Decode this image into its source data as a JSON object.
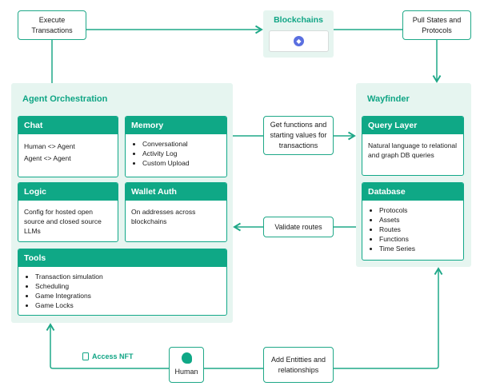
{
  "top": {
    "execute": "Execute Transactions",
    "blockchains": "Blockchains",
    "pull": "Pull States and Protocols"
  },
  "agent": {
    "title": "Agent Orchestration",
    "chat": {
      "title": "Chat",
      "lines": [
        "Human <> Agent",
        "Agent <> Agent"
      ]
    },
    "memory": {
      "title": "Memory",
      "items": [
        "Conversational",
        "Activity Log",
        "Custom Upload"
      ]
    },
    "logic": {
      "title": "Logic",
      "text": "Config for hosted open source and closed source LLMs"
    },
    "wallet": {
      "title": "Wallet Auth",
      "text": "On addresses across blockchains"
    },
    "tools": {
      "title": "Tools",
      "items": [
        "Transaction simulation",
        "Scheduling",
        "Game Integrations",
        "Game Locks"
      ]
    }
  },
  "wayfinder": {
    "title": "Wayfinder",
    "query": {
      "title": "Query Layer",
      "text": "Natural language to relational and graph DB queries"
    },
    "database": {
      "title": "Database",
      "items": [
        "Protocols",
        "Assets",
        "Routes",
        "Functions",
        "Time Series"
      ]
    }
  },
  "middle": {
    "get_functions": "Get functions and starting values for transactions",
    "validate": "Validate routes"
  },
  "bottom": {
    "access_nft": "Access NFT",
    "human": "Human",
    "add_entities": "Add Entitties and relationships"
  },
  "colors": {
    "teal": "#0fa886",
    "panel": "#e6f5f0",
    "eth": "#5a6fe0"
  }
}
